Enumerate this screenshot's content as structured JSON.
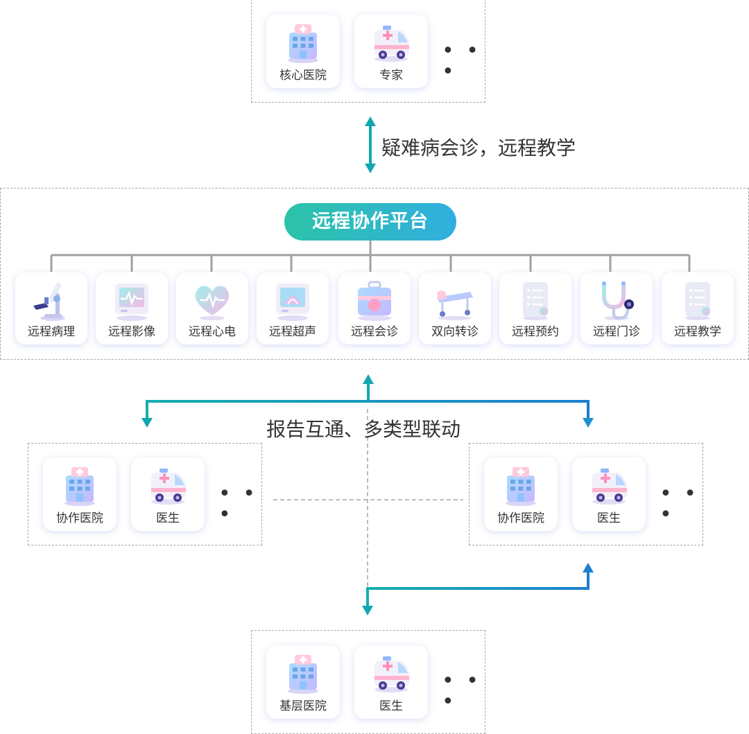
{
  "top_group": {
    "items": [
      {
        "label": "核心医院",
        "icon": "hospital-icon"
      },
      {
        "label": "专家",
        "icon": "ambulance-icon"
      }
    ],
    "more": "• • •"
  },
  "top_link_label": "疑难病会诊，远程教学",
  "platform": {
    "title": "远程协作平台",
    "modules": [
      {
        "label": "远程病理",
        "icon": "microscope-icon"
      },
      {
        "label": "远程影像",
        "icon": "monitor-icon"
      },
      {
        "label": "远程心电",
        "icon": "heart-icon"
      },
      {
        "label": "远程超声",
        "icon": "ultrasound-icon"
      },
      {
        "label": "远程会诊",
        "icon": "medical-kit-icon"
      },
      {
        "label": "双向转诊",
        "icon": "stretcher-icon"
      },
      {
        "label": "远程预约",
        "icon": "document-icon"
      },
      {
        "label": "远程门诊",
        "icon": "stethoscope-icon"
      },
      {
        "label": "远程教学",
        "icon": "document-icon"
      }
    ]
  },
  "middle_link_label": "报告互通、多类型联动",
  "left_group": {
    "items": [
      {
        "label": "协作医院",
        "icon": "hospital-icon"
      },
      {
        "label": "医生",
        "icon": "ambulance-icon"
      }
    ],
    "more": "• • •"
  },
  "right_group": {
    "items": [
      {
        "label": "协作医院",
        "icon": "hospital-icon"
      },
      {
        "label": "医生",
        "icon": "ambulance-icon"
      }
    ],
    "more": "• • •"
  },
  "bottom_group": {
    "items": [
      {
        "label": "基层医院",
        "icon": "hospital-icon"
      },
      {
        "label": "医生",
        "icon": "ambulance-icon"
      }
    ],
    "more": "• • •"
  },
  "colors": {
    "accent_teal": "#12a6b0",
    "accent_blue": "#1b7fd0",
    "connector_gray": "#a0a0a0"
  }
}
